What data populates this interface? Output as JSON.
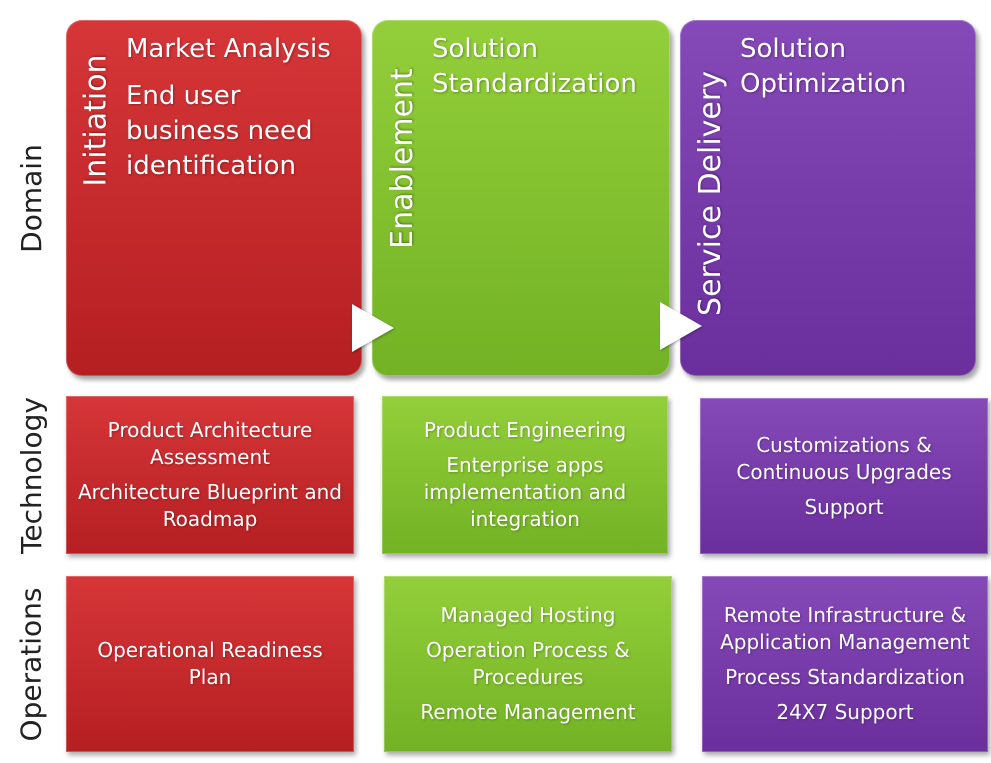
{
  "row_labels": {
    "domain": "Domain",
    "technology": "Technology",
    "operations": "Operations"
  },
  "domain": {
    "initiation": {
      "title": "Initiation",
      "items": [
        "Market Analysis",
        "End user business need identification"
      ]
    },
    "enablement": {
      "title": "Enablement",
      "items": [
        "Solution Standardization"
      ]
    },
    "service_delivery": {
      "title": "Service Delivery",
      "items": [
        "Solution Optimization"
      ]
    }
  },
  "technology": {
    "initiation": [
      "Product Architecture Assessment",
      "Architecture Blueprint and Roadmap"
    ],
    "enablement": [
      "Product Engineering",
      "Enterprise apps implementation and integration"
    ],
    "service_delivery": [
      "Customizations & Continuous Upgrades",
      "Support"
    ]
  },
  "operations": {
    "initiation": [
      "Operational Readiness Plan"
    ],
    "enablement": [
      "Managed Hosting",
      "Operation Process & Procedures",
      "Remote Management"
    ],
    "service_delivery": [
      "Remote Infrastructure & Application Management",
      "Process Standardization",
      "24X7 Support"
    ]
  },
  "colors": {
    "initiation": "#c42a2c",
    "enablement": "#84c22f",
    "service_delivery": "#7a3cad"
  },
  "icons": [
    "arrow-right-icon",
    "arrow-right-icon"
  ]
}
